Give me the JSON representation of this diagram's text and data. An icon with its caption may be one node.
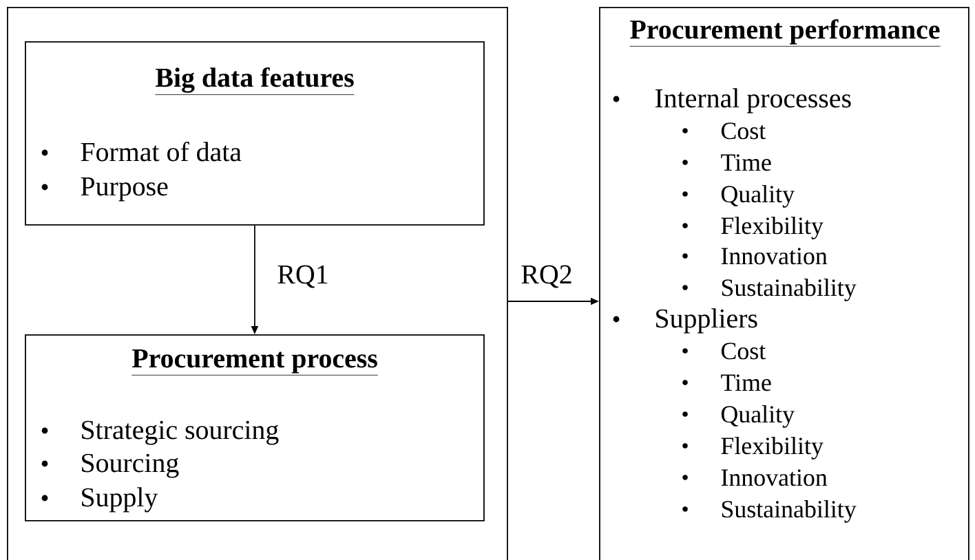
{
  "diagram": {
    "nodes": [
      {
        "text": [],
        "shape": "box"
      },
      {
        "text": [
          "Big data features",
          "Format of data",
          "Purpose"
        ],
        "in": 0
      },
      {
        "text": [
          "Procurement process",
          "Strategic sourcing",
          "Sourcing",
          "Supply"
        ],
        "in": 0
      },
      {
        "text": [
          "Procurement performance",
          "Internal processes",
          "Cost",
          "Time",
          "Quality",
          "Flexibility",
          "Innovation",
          "Sustainability",
          "Suppliers",
          "Cost",
          "Time",
          "Quality",
          "Flexibility",
          "Innovation",
          "Sustainability"
        ]
      }
    ],
    "edges": [
      {
        "from": 1,
        "to": 2,
        "arrow": "to",
        "label": "RQ1"
      },
      {
        "from": 0,
        "to": 3,
        "arrow": "to",
        "label": "RQ2"
      }
    ]
  }
}
